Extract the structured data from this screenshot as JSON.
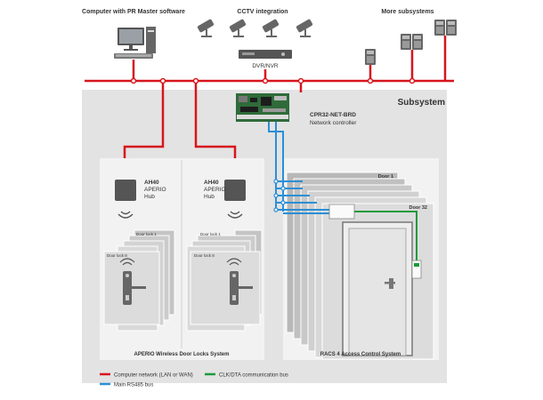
{
  "top": {
    "computer_label": "Computer with PR Master software",
    "cctv_label": "CCTV integration",
    "dvr_label": "DVR/NVR",
    "subsystems_label": "More subsystems"
  },
  "subsystem": {
    "title": "Subsystem",
    "controller_name": "CPR32-NET-BRD",
    "controller_desc": "Network controller"
  },
  "aperio": {
    "hub1": {
      "model": "AH40",
      "brand": "APERIO",
      "type": "Hub"
    },
    "hub2": {
      "model": "AH40",
      "brand": "APERIO",
      "type": "Hub"
    },
    "door_lock_1": "Door lock 1",
    "door_lock_8": "Door lock 8",
    "system_label": "APERIO Wireless Door Locks System"
  },
  "racs": {
    "door_1": "Door 1",
    "door_32": "Door 32",
    "system_label": "RACS 4 Access Control System"
  },
  "legend": {
    "computer_network": "Computer network (LAN or WAN)",
    "rs485": "Main RS485 bus",
    "clk_dta": "CLK/DTA communication bus"
  },
  "colors": {
    "computer_network": "#d7151d",
    "rs485": "#2b8fd6",
    "clk_dta": "#1a9a3a",
    "panel_bg": "#e6e6e6"
  }
}
